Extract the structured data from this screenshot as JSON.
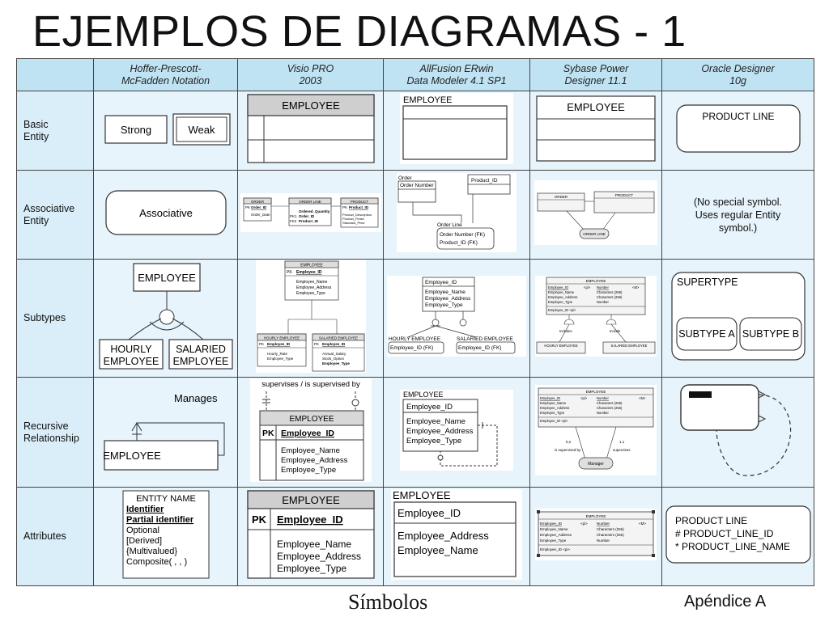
{
  "title": "EJEMPLOS DE DIAGRAMAS - 1",
  "columns": [
    {
      "line1": "Hoffer-Prescott-",
      "line2": "McFadden Notation"
    },
    {
      "line1": "Visio PRO",
      "line2": "2003"
    },
    {
      "line1": "AllFusion ERwin",
      "line2": "Data Modeler 4.1 SP1"
    },
    {
      "line1": "Sybase Power",
      "line2": "Designer 11.1"
    },
    {
      "line1": "Oracle Designer",
      "line2": "10g"
    }
  ],
  "rows": {
    "basic": {
      "line1": "Basic",
      "line2": "Entity"
    },
    "associative": {
      "line1": "Associative",
      "line2": "Entity"
    },
    "subtypes": {
      "line1": "Subtypes"
    },
    "recursive": {
      "line1": "Recursive",
      "line2": "Relationship"
    },
    "attributes": {
      "line1": "Attributes"
    }
  },
  "basic": {
    "hoffer_strong": "Strong",
    "hoffer_weak": "Weak",
    "visio_entity": "EMPLOYEE",
    "erwin_entity": "EMPLOYEE",
    "sybase_entity": "EMPLOYEE",
    "oracle_entity": "PRODUCT LINE"
  },
  "associative": {
    "hoffer_label": "Associative",
    "visio": {
      "order": "ORDER",
      "order_pk": "PK",
      "order_id": "Order_ID",
      "order_date": "Order_Date",
      "line": "ORDER LINE",
      "line_qty": "Ordered_Quantity",
      "line_fk1": "PK1",
      "line_order": "Order_ID",
      "line_fk2": "FK2",
      "line_product": "Product_ID",
      "product": "PRODUCT",
      "product_pk": "PK",
      "product_id": "Product_ID",
      "product_a1": "Product_Description",
      "product_a2": "Product_Finish",
      "product_a3": "Standard_Price"
    },
    "erwin": {
      "order": "Order",
      "order_number": "Order Number",
      "product": "Product_ID",
      "line": "Order Line",
      "line_a1": "Order Number (FK)",
      "line_a2": "Product_ID (FK)"
    },
    "sybase": {
      "order": "ORDER",
      "product": "PRODUCT",
      "line": "ORDER LINE"
    },
    "oracle_note": [
      "(No special symbol.",
      "Uses regular Entity",
      "symbol.)"
    ]
  },
  "subtypes": {
    "hoffer_super": "EMPLOYEE",
    "hoffer_sub1": [
      "HOURLY",
      "EMPLOYEE"
    ],
    "hoffer_sub2": [
      "SALARIED",
      "EMPLOYEE"
    ],
    "visio": {
      "super": "EMPLOYEE",
      "pk": "PK",
      "id": "Employee_ID",
      "attrs": [
        "Employee_Name",
        "Employee_Address",
        "Employee_Type"
      ],
      "sub1": "HOURLY EMPLOYEE",
      "sub1_pk": "PK",
      "sub1_id": "Employee_ID",
      "sub1_attrs": [
        "Hourly_Rate",
        "Employee_Type"
      ],
      "sub2": "SALARIED EMPLOYEE",
      "sub2_pk": "PK",
      "sub2_id": "Employee_ID",
      "sub2_attrs": [
        "Annual_Salary",
        "Stock_Option",
        "Employee_Type"
      ]
    },
    "erwin": {
      "id": "Employee_ID",
      "attrs": [
        "Employee_Name",
        "Employee_Address",
        "Employee_Type"
      ],
      "sub1": "HOURLY EMPLOYEE",
      "sub1_attr": "Employee_ID (FK)",
      "sub2": "SALARIED EMPLOYEE",
      "sub2_attr": "Employee_ID (FK)"
    },
    "sybase": {
      "entity": "EMPLOYEE",
      "rows": [
        [
          "Employee_ID",
          "<pi>",
          "Number",
          "<M>"
        ],
        [
          "Employee_Name",
          "",
          "Characters (256)",
          ""
        ],
        [
          "Employee_Address",
          "",
          "Characters (256)",
          ""
        ],
        [
          "Employee_Type",
          "",
          "Number",
          ""
        ]
      ],
      "key": "Employee_ID  <pi>",
      "inc1": "Includes",
      "inc2": "Include",
      "sub1": "HOURLY EMPLOYEE",
      "sub2": "SALARIED EMPLOYEE"
    },
    "oracle": {
      "super": "SUPERTYPE",
      "sub1": "SUBTYPE A",
      "sub2": "SUBTYPE B"
    }
  },
  "recursive": {
    "hoffer_label": "Manages",
    "hoffer_entity": "EMPLOYEE",
    "visio": {
      "caption": "supervises / is supervised by",
      "entity": "EMPLOYEE",
      "pk": "PK",
      "id": "Employee_ID",
      "attrs": [
        "Employee_Name",
        "Employee_Address",
        "Employee_Type"
      ]
    },
    "erwin": {
      "entity": "EMPLOYEE",
      "id": "Employee_ID",
      "attrs": [
        "Employee_Name",
        "Employee_Address",
        "Employee_Type"
      ]
    },
    "sybase": {
      "entity": "EMPLOYEE",
      "rows": [
        [
          "Employee_ID",
          "<pi>",
          "Number",
          "<M>"
        ],
        [
          "Employee_Name",
          "",
          "Characters (256)",
          ""
        ],
        [
          "Employee_Address",
          "",
          "Characters (256)",
          ""
        ],
        [
          "Employee_Type",
          "",
          "Number",
          ""
        ]
      ],
      "key": "Employee_ID  <pi>",
      "card1": "0,n",
      "card2": "1,1",
      "role1": "is supervised by",
      "role2": "supervises",
      "manager": "Manager"
    }
  },
  "attributes": {
    "hoffer": {
      "name": "ENTITY NAME",
      "identifier": "Identifier",
      "partial": "Partial identifier",
      "list": [
        "Optional",
        "[Derived]",
        "{Multivalued}",
        "Composite( , , )"
      ]
    },
    "visio": {
      "entity": "EMPLOYEE",
      "pk": "PK",
      "id": "Employee_ID",
      "attrs": [
        "Employee_Name",
        "Employee_Address",
        "Employee_Type"
      ]
    },
    "erwin": {
      "entity": "EMPLOYEE",
      "id": "Employee_ID",
      "attrs": [
        "Employee_Address",
        "Employee_Name"
      ]
    },
    "sybase": {
      "entity": "EMPLOYEE",
      "rows": [
        [
          "Employee_ID",
          "<pi>",
          "Number",
          "<M>"
        ],
        [
          "Employee_Name",
          "",
          "Characters (256)",
          ""
        ],
        [
          "Employee_Address",
          "",
          "Characters (256)",
          ""
        ],
        [
          "Employee_Type",
          "",
          "Number",
          ""
        ]
      ],
      "key": "Employee_ID  <pi>"
    },
    "oracle": {
      "entity": "PRODUCT LINE",
      "a1": "# PRODUCT_LINE_ID",
      "a2": "* PRODUCT_LINE_NAME"
    }
  },
  "footer": {
    "center": "Símbolos",
    "right": "Apéndice A"
  }
}
